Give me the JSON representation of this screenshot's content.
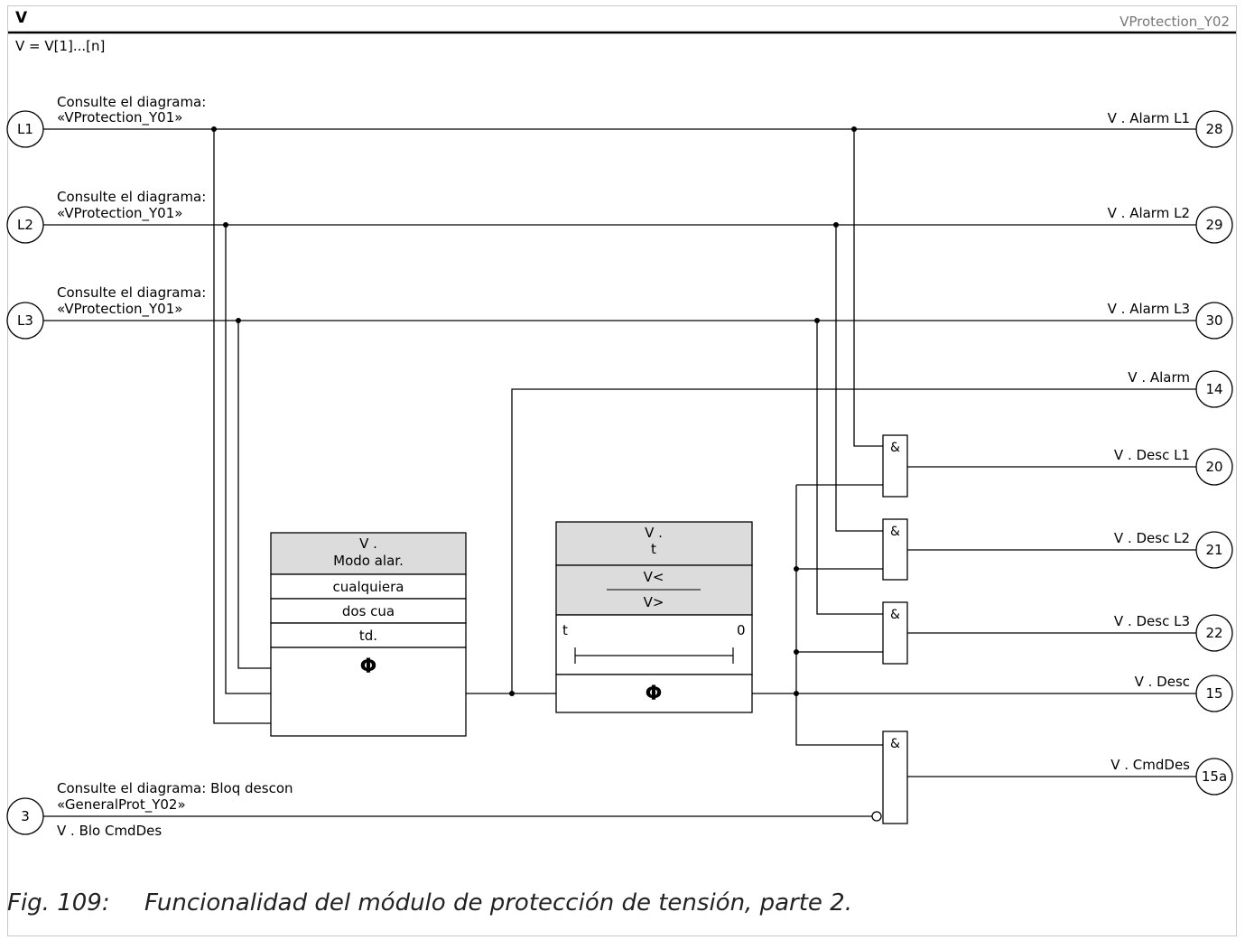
{
  "header": {
    "title": "V",
    "ref": "VProtection_Y02",
    "subtitle": "V = V[1]...[n]"
  },
  "inputs": [
    {
      "id": "L1",
      "label1": "Consulte el diagrama:",
      "label2": "«VProtection_Y01»"
    },
    {
      "id": "L2",
      "label1": "Consulte el diagrama:",
      "label2": "«VProtection_Y01»"
    },
    {
      "id": "L3",
      "label1": "Consulte el diagrama:",
      "label2": "«VProtection_Y01»"
    },
    {
      "id": "3",
      "label1": "Consulte el diagrama: Bloq descon",
      "label2": "«GeneralProt_Y02»",
      "label3": "V . Blo CmdDes"
    }
  ],
  "outputs": [
    {
      "id": "28",
      "label": "V . Alarm L1"
    },
    {
      "id": "29",
      "label": "V . Alarm L2"
    },
    {
      "id": "30",
      "label": "V . Alarm L3"
    },
    {
      "id": "14",
      "label": "V . Alarm"
    },
    {
      "id": "20",
      "label": "V . Desc L1"
    },
    {
      "id": "21",
      "label": "V . Desc L2"
    },
    {
      "id": "22",
      "label": "V . Desc L3"
    },
    {
      "id": "15",
      "label": "V . Desc"
    },
    {
      "id": "15a",
      "label": "V . CmdDes"
    }
  ],
  "mode_block": {
    "title1": "V .",
    "title2": "Modo alar.",
    "options": [
      "cualquiera",
      "dos cua",
      "td."
    ],
    "phi": "Φ"
  },
  "timer_block": {
    "title1": "V .",
    "title2": "t",
    "v_low": "V<",
    "v_high": "V>",
    "t_label": "t",
    "zero_label": "0",
    "phi": "Φ"
  },
  "and_symbol": "&",
  "caption": {
    "number": "Fig. 109:",
    "text": "Funcionalidad del módulo de protección de tensión, parte 2."
  }
}
